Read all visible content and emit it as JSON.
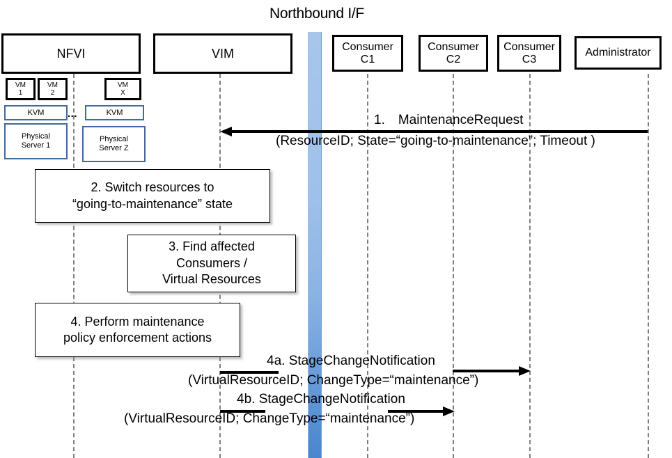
{
  "diagram": {
    "title": "Northbound I/F",
    "type": "uml-sequence-diagram"
  },
  "participants": [
    {
      "name": "nfvi",
      "label": "NFVI"
    },
    {
      "name": "vim",
      "label": "VIM"
    },
    {
      "name": "consumer-c1",
      "label_line1": "Consumer",
      "label_line2": "C1"
    },
    {
      "name": "consumer-c2",
      "label_line1": "Consumer",
      "label_line2": "C2"
    },
    {
      "name": "consumer-c3",
      "label_line1": "Consumer",
      "label_line2": "C3"
    },
    {
      "name": "administrator",
      "label": "Administrator"
    }
  ],
  "nfvi_internals": {
    "vms": [
      {
        "line1": "VM",
        "line2": "1"
      },
      {
        "line1": "VM",
        "line2": "2"
      },
      {
        "line1": "VM",
        "line2": "X"
      }
    ],
    "hypervisors": [
      {
        "label": "KVM"
      },
      {
        "label": "KVM"
      }
    ],
    "servers": [
      {
        "line1": "Physical",
        "line2": "Server 1"
      },
      {
        "line1": "Physical",
        "line2": "Server Z"
      }
    ],
    "ellipsis": "..."
  },
  "notes": [
    {
      "id": "note-2",
      "line1": "2. Switch resources to",
      "line2": "“going-to-maintenance” state"
    },
    {
      "id": "note-3",
      "line1": "3. Find affected",
      "line2": "Consumers /",
      "line3": "Virtual Resources"
    },
    {
      "id": "note-4",
      "line1": "4. Perform maintenance",
      "line2": "policy enforcement actions"
    }
  ],
  "messages": [
    {
      "id": "msg-1",
      "label": "1. MaintenanceRequest",
      "params": "(ResourceID; State=“going-to-maintenance”; Timeout )",
      "from": "administrator",
      "to": "vim",
      "direction": "left"
    },
    {
      "id": "msg-4a",
      "label": "4a. StageChangeNotification",
      "params": "(VirtualResourceID; ChangeType=“maintenance”)",
      "from": "vim",
      "to": "consumer-c3",
      "direction": "right"
    },
    {
      "id": "msg-4b",
      "label": "4b. StageChangeNotification",
      "params": "(VirtualResourceID; ChangeType=“maintenance”)",
      "from": "vim",
      "to": "consumer-c2",
      "direction": "right"
    }
  ],
  "colors": {
    "northbound_bar_top": "#a8c6ec",
    "northbound_bar_bottom": "#4a85cf",
    "infra_border": "#41699b",
    "lifeline": "#7f7f7f",
    "stroke": "#000000",
    "background": "#ffffff"
  }
}
